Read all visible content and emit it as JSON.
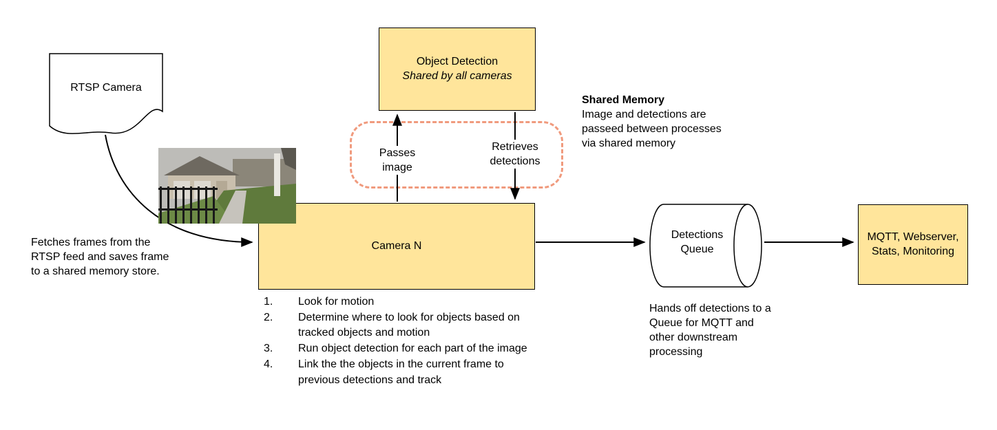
{
  "colors": {
    "node_fill": "#ffe59b",
    "dashed_border": "#f09a7d",
    "arrow": "#000000"
  },
  "nodes": {
    "rtsp_camera": {
      "label": "RTSP Camera"
    },
    "object_detection": {
      "title": "Object Detection",
      "subtitle": "Shared by all cameras"
    },
    "camera_n": {
      "label": "Camera N"
    },
    "detections_queue": {
      "label": "Detections Queue"
    },
    "mqtt": {
      "label": "MQTT, Webserver, Stats, Monitoring"
    }
  },
  "labels": {
    "passes_image": "Passes image",
    "retrieves_detections": "Retrieves detections",
    "shared_memory_title": "Shared Memory",
    "shared_memory_body": "Image and detections are passeed between processes via shared memory",
    "fetch_note": "Fetches frames from the RTSP feed and saves frame to a shared memory store.",
    "handoff_note": "Hands off detections to a Queue for MQTT and other downstream processing"
  },
  "camera_steps": [
    "Look for motion",
    "Determine where to look for objects based on tracked objects and motion",
    "Run object detection for each part of the image",
    "Link the the objects in the current frame to previous detections and track"
  ]
}
